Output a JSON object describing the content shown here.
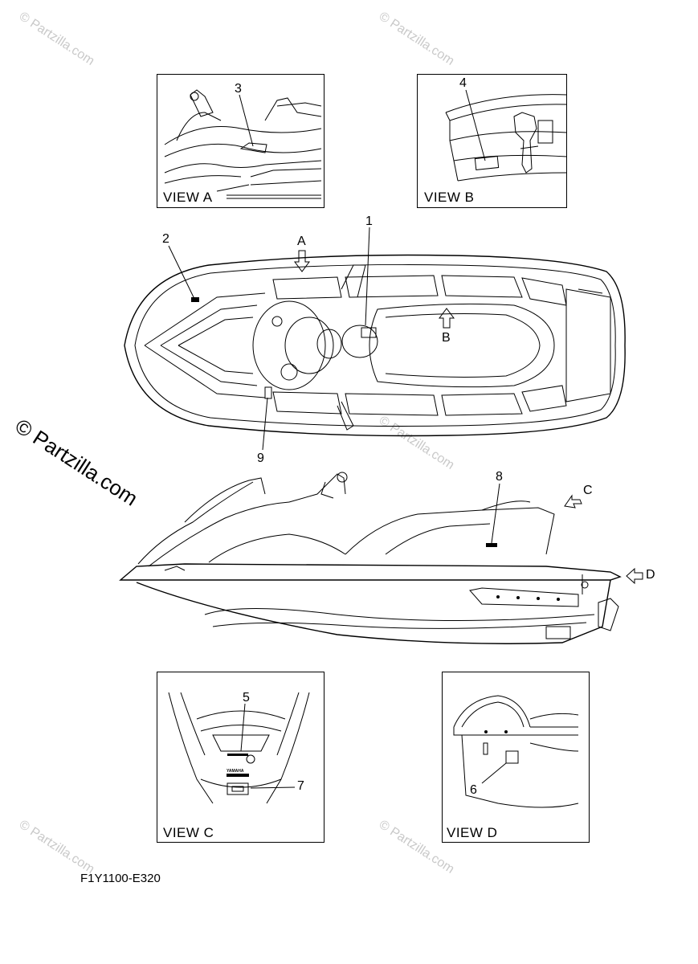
{
  "views": {
    "a": "VIEW A",
    "b": "VIEW B",
    "c": "VIEW C",
    "d": "VIEW D"
  },
  "callouts": {
    "n1": "1",
    "n2": "2",
    "n3": "3",
    "n4": "4",
    "n5": "5",
    "n6": "6",
    "n7": "7",
    "n8": "8",
    "n9": "9"
  },
  "arrows": {
    "a": "A",
    "b": "B",
    "c": "C",
    "d": "D"
  },
  "watermarks": {
    "small": "© Partzilla.com",
    "large": "© Partzilla.com"
  },
  "drawing_code": "F1Y1100-E320",
  "brand_plate": "YAMAHA"
}
